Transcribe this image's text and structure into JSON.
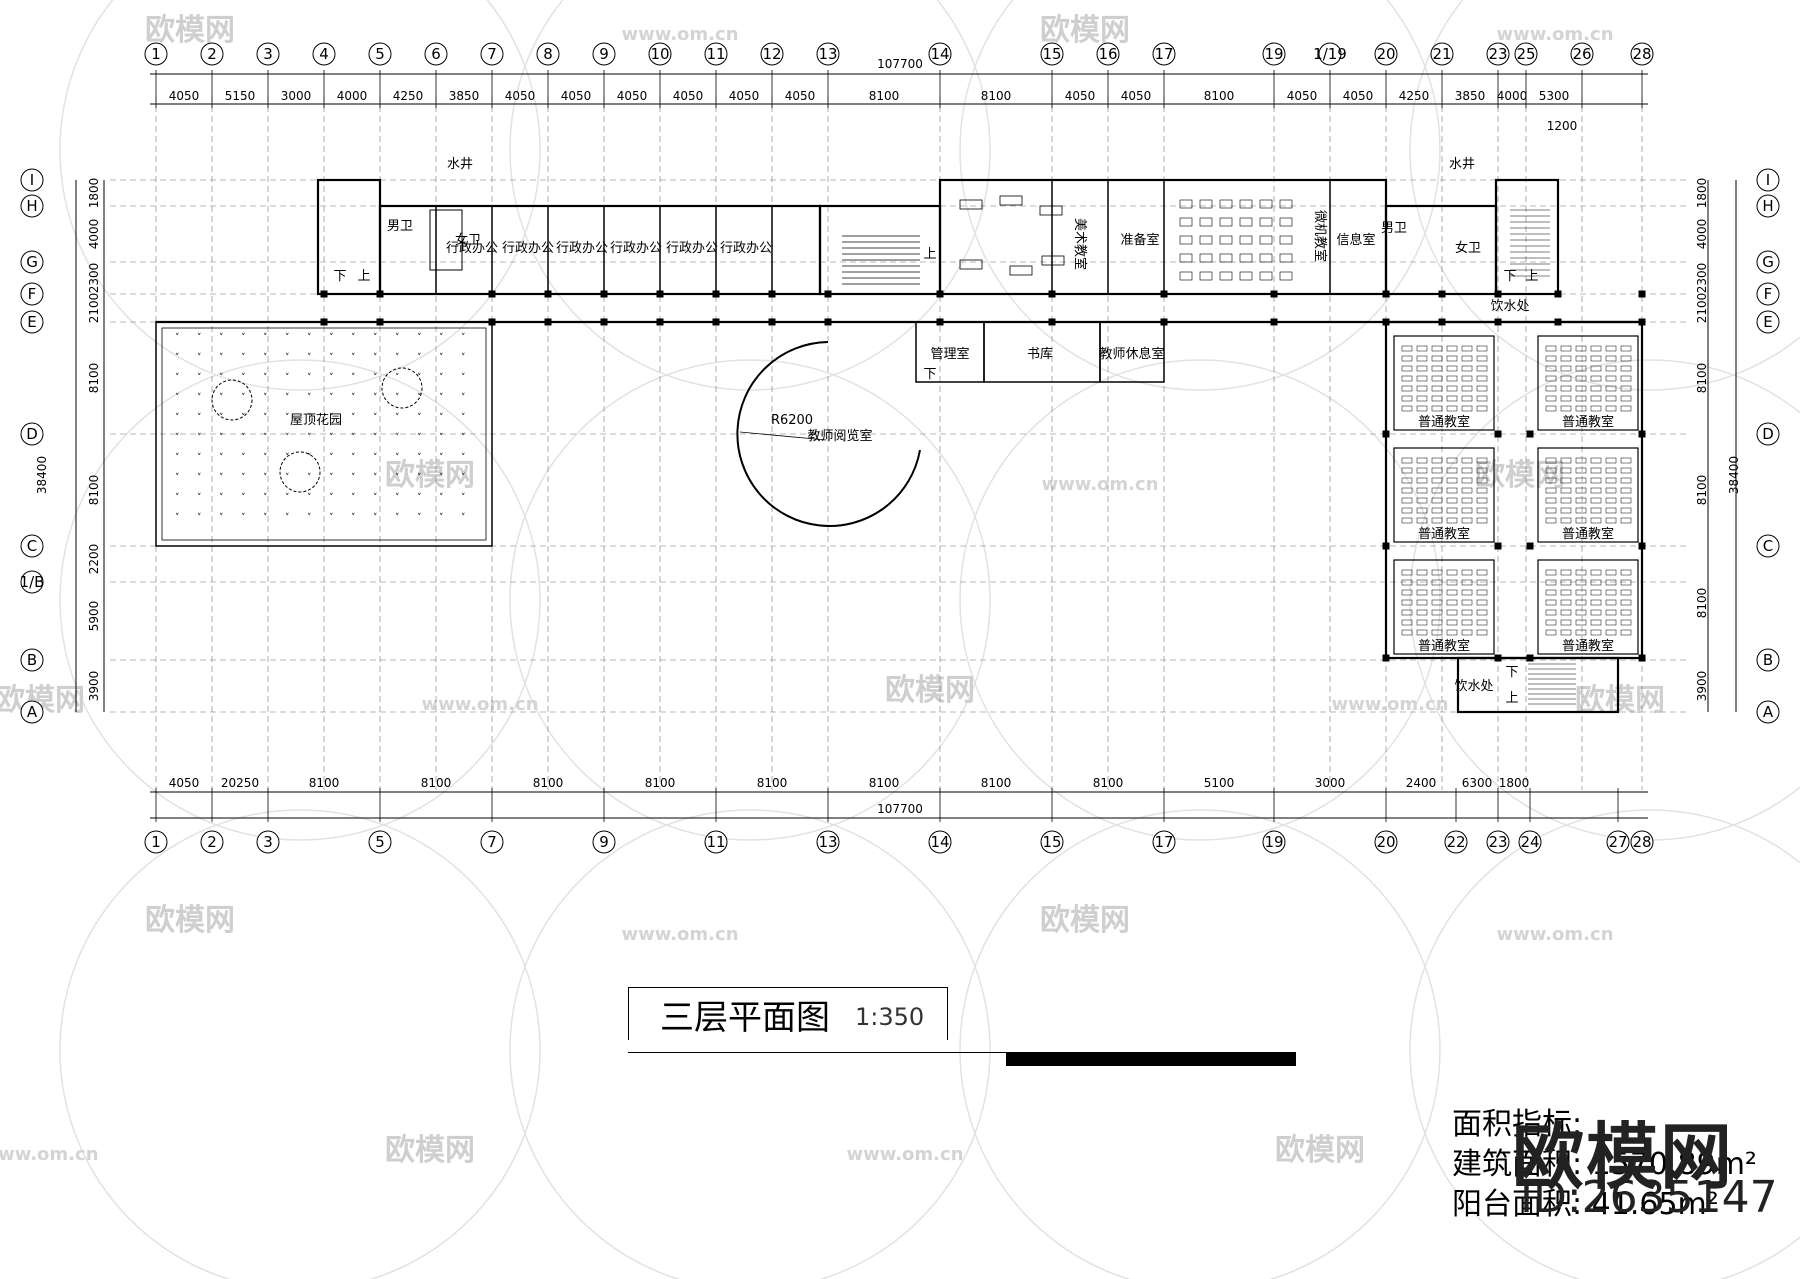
{
  "axes_top": [
    "1",
    "2",
    "3",
    "4",
    "5",
    "6",
    "7",
    "8",
    "9",
    "10",
    "11",
    "12",
    "13",
    "14",
    "15",
    "16",
    "17",
    "19",
    "1/19",
    "20",
    "21",
    "23",
    "25",
    "26",
    "28"
  ],
  "axes_bottom": [
    "1",
    "2",
    "3",
    "5",
    "7",
    "9",
    "11",
    "13",
    "14",
    "15",
    "17",
    "19",
    "20",
    "22",
    "23",
    "24",
    "27",
    "28"
  ],
  "axes_rows": [
    "I",
    "H",
    "G",
    "F",
    "E",
    "D",
    "C",
    "1/B",
    "B",
    "A"
  ],
  "dims_top": [
    "4050",
    "5150",
    "3000",
    "4000",
    "4250",
    "3850",
    "4050",
    "4050",
    "4050",
    "4050",
    "4050",
    "4050",
    "8100",
    "8100",
    "4050",
    "4050",
    "8100",
    "4050",
    "4050",
    "4250",
    "3850",
    "4000",
    "5300"
  ],
  "dims_top_total": "107700",
  "dim_1200": "1200",
  "dims_bottom": [
    "4050",
    "20250",
    "8100",
    "8100",
    "8100",
    "8100",
    "8100",
    "8100",
    "8100",
    "8100",
    "5100",
    "3000",
    "2400",
    "6300",
    "1800"
  ],
  "dims_bottom_total": "107700",
  "dims_left": [
    "1800",
    "4000",
    "2300",
    "2100",
    "8100",
    "8100",
    "2200",
    "5900",
    "3900"
  ],
  "dims_left_total": "38400",
  "dims_right": [
    "1800",
    "4000",
    "2300",
    "2100",
    "8100",
    "8100",
    "8100",
    "3900"
  ],
  "dims_right_total": "38400",
  "rooms": {
    "water_well": "水井",
    "male_wc": "男卫",
    "female_wc": "女卫",
    "admin_office": "行政办公",
    "art_room": "美术教室",
    "prep_room": "准备室",
    "computer_room": "微机教室",
    "info_room": "信息室",
    "management": "管理室",
    "book_store": "书库",
    "teacher_lounge": "教师休息室",
    "teacher_reading": "教师阅览室",
    "roof_garden": "屋顶花园",
    "classroom": "普通教室",
    "drinking": "饮水处",
    "up": "上",
    "down": "下"
  },
  "radius_label": "R6200",
  "title": {
    "name": "三层平面图",
    "scale": "1:350"
  },
  "stats": {
    "heading": "面积指标:",
    "building_area": "建筑面积: 1570.89m²",
    "balcony_area": "阳台面积: 41.65m²"
  },
  "watermark": {
    "brand": "欧模网",
    "url": "www.om.cn",
    "id": "ID:2635147"
  }
}
